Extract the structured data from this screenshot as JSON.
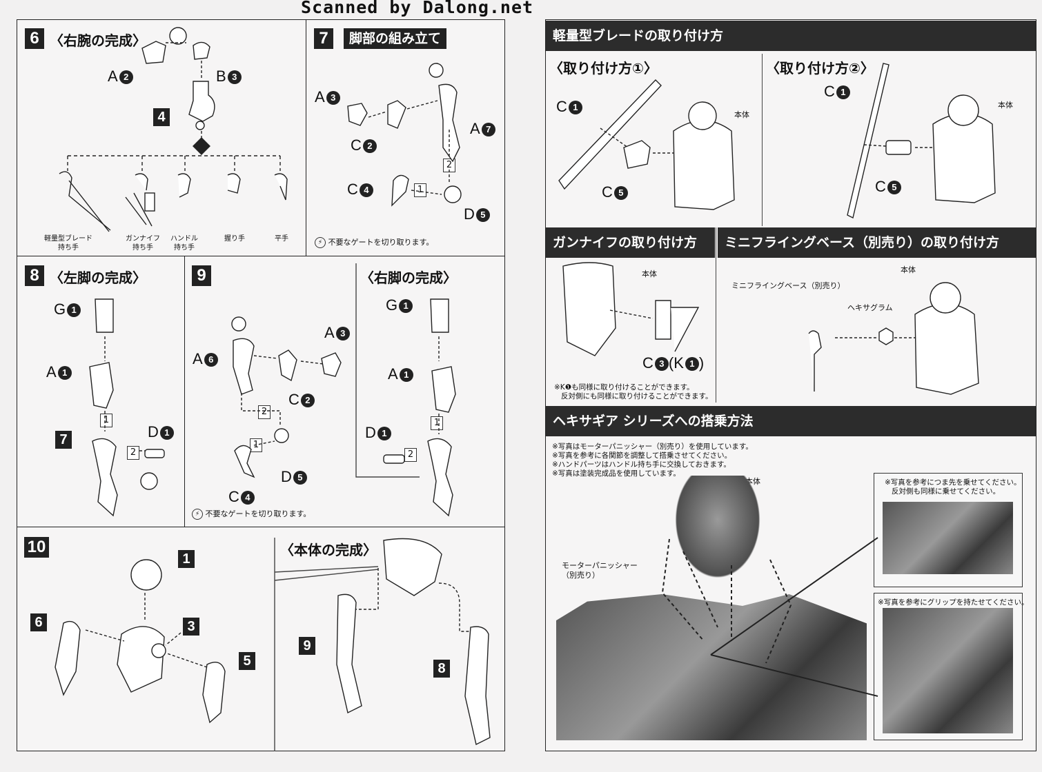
{
  "watermark": "Scanned by Dalong.net",
  "step6": {
    "num": "6",
    "title": "〈右腕の完成〉",
    "a": "A",
    "a_n": "2",
    "b": "B",
    "b_n": "3",
    "part": "4",
    "hands": [
      {
        "l1": "軽量型ブレード",
        "l2": "持ち手"
      },
      {
        "l1": "ガンナイフ",
        "l2": "持ち手"
      },
      {
        "l1": "ハンドル",
        "l2": "持ち手"
      },
      {
        "l1": "握り手",
        "l2": ""
      },
      {
        "l1": "平手",
        "l2": ""
      }
    ]
  },
  "step7": {
    "num": "7",
    "title": "脚部の組み立て",
    "a3": "A",
    "a3_n": "3",
    "c2": "C",
    "c2_n": "2",
    "a7": "A",
    "a7_n": "7",
    "c4": "C",
    "c4_n": "4",
    "d5": "D",
    "d5_n": "5",
    "s1": "1",
    "s2": "2",
    "note": "不要なゲートを切り取ります。"
  },
  "step8": {
    "num": "8",
    "title": "〈左脚の完成〉",
    "g": "G",
    "g_n": "1",
    "a": "A",
    "a_n": "1",
    "d": "D",
    "d_n": "1",
    "part": "7",
    "s1": "1",
    "s2": "2"
  },
  "step9": {
    "num": "9",
    "a6": "A",
    "a6_n": "6",
    "a3": "A",
    "a3_n": "3",
    "c2": "C",
    "c2_n": "2",
    "d5": "D",
    "d5_n": "5",
    "c4": "C",
    "c4_n": "4",
    "s1": "1",
    "s2": "2",
    "note": "不要なゲートを切り取ります。"
  },
  "right_leg": {
    "title": "〈右脚の完成〉",
    "g": "G",
    "g_n": "1",
    "a": "A",
    "a_n": "1",
    "d": "D",
    "d_n": "1",
    "s1": "1",
    "s2": "2"
  },
  "step10": {
    "num": "10",
    "p1": "1",
    "p3": "3",
    "p5": "5",
    "p6": "6"
  },
  "body_complete": {
    "title": "〈本体の完成〉",
    "p9": "9",
    "p8": "8"
  },
  "blade": {
    "bar": "軽量型ブレードの取り付け方",
    "m1": "〈取り付け方①〉",
    "m2": "〈取り付け方②〉",
    "c": "C",
    "c1_n": "1",
    "c5_n": "5",
    "body": "本体"
  },
  "gunknife": {
    "bar": "ガンナイフの取り付け方",
    "body": "本体",
    "c3": "C",
    "c3_n": "3",
    "k": "(K",
    "k_n": "1",
    "k_close": ")",
    "note1": "※K❶も同様に取り付けることができます。",
    "note2": "反対側にも同様に取り付けることができます。"
  },
  "miniflying": {
    "bar": "ミニフライングベース（別売り）の取り付け方",
    "base": "ミニフライングベース（別売り）",
    "hex": "ヘキサグラム",
    "body": "本体"
  },
  "hexagear": {
    "bar": "ヘキサギア シリーズへの搭乗方法",
    "notes": [
      "※写真はモーターパニッシャー（別売り）を使用しています。",
      "※写真を参考に各関節を調整して搭乗させてください。",
      "※ハンドパーツはハンドル持ち手に交換しておきます。",
      "※写真は塗装完成品を使用しています。"
    ],
    "body": "本体",
    "mp1": "モーターパニッシャー",
    "mp2": "（別売り）",
    "inset1a": "※写真を参考につま先を乗せてください。",
    "inset1b": "反対側も同様に乗せてください。",
    "inset2": "※写真を参考にグリップを持たせてください。"
  }
}
